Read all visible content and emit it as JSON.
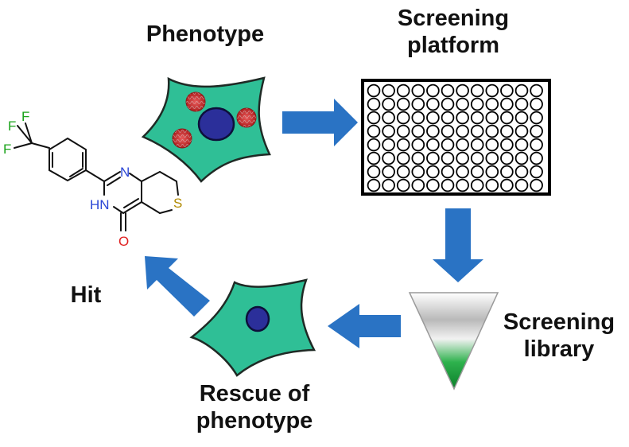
{
  "labels": {
    "phenotype": "Phenotype",
    "screening_platform": [
      "Screening",
      "platform"
    ],
    "screening_library": [
      "Screening",
      "library"
    ],
    "rescue": [
      "Rescue of",
      "phenotype"
    ],
    "hit": "Hit"
  },
  "molecule": {
    "atoms": {
      "F": "F",
      "N": "N",
      "NH": "HN",
      "O": "O",
      "S": "S"
    }
  },
  "plate": {
    "rows": 8,
    "columns": 12
  },
  "colors": {
    "cell_fill": "#2fbf96",
    "nucleus_fill": "#2b2f9a",
    "aggregate": "#d23a3a",
    "arrow": "#2a73c4",
    "fluorine": "#1aa31a",
    "nitrogen": "#2b46d6",
    "oxygen": "#e02020",
    "sulfur": "#b08a00",
    "library_green": "#0f9a38"
  }
}
